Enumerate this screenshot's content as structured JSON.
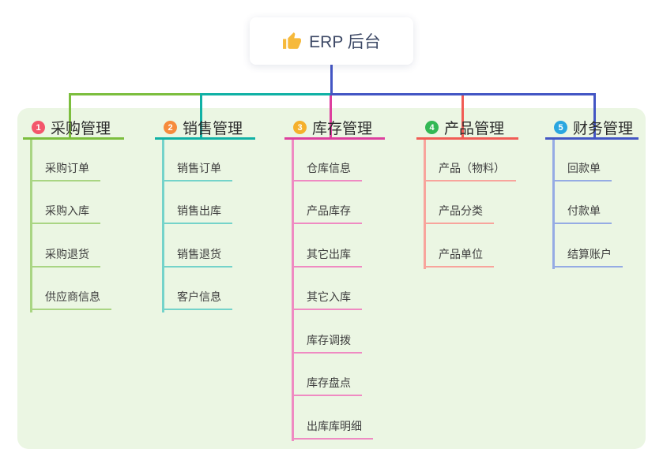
{
  "canvas": {
    "background": "#ffffff",
    "panel_background": "#ebf6e3"
  },
  "root": {
    "label": "ERP 后台",
    "icon": "thumbs-up-icon",
    "icon_color": "#f6b93b",
    "text_color": "#3d4966",
    "connector_color": "#4356c4"
  },
  "branches": [
    {
      "badge": "1",
      "badge_color": "#f3566b",
      "label": "采购管理",
      "line_color": "#7cbe3e",
      "child_line_color": "#a9d583",
      "children": [
        "采购订单",
        "采购入库",
        "采购退货",
        "供应商信息"
      ]
    },
    {
      "badge": "2",
      "badge_color": "#f68b3d",
      "label": "销售管理",
      "line_color": "#10b1a5",
      "child_line_color": "#74d3ca",
      "children": [
        "销售订单",
        "销售出库",
        "销售退货",
        "客户信息"
      ]
    },
    {
      "badge": "3",
      "badge_color": "#f5b02c",
      "label": "库存管理",
      "line_color": "#dd3f9e",
      "child_line_color": "#ef8ac2",
      "children": [
        "仓库信息",
        "产品库存",
        "其它出库",
        "其它入库",
        "库存调拨",
        "库存盘点",
        "出库库明细"
      ]
    },
    {
      "badge": "4",
      "badge_color": "#33b854",
      "label": "产品管理",
      "line_color": "#f15c55",
      "child_line_color": "#f8a49c",
      "children": [
        "产品（物料）",
        "产品分类",
        "产品单位"
      ]
    },
    {
      "badge": "5",
      "badge_color": "#2aa6e0",
      "label": "财务管理",
      "line_color": "#4356c4",
      "child_line_color": "#95abe4",
      "children": [
        "回款单",
        "付款单",
        "结算账户"
      ]
    }
  ]
}
